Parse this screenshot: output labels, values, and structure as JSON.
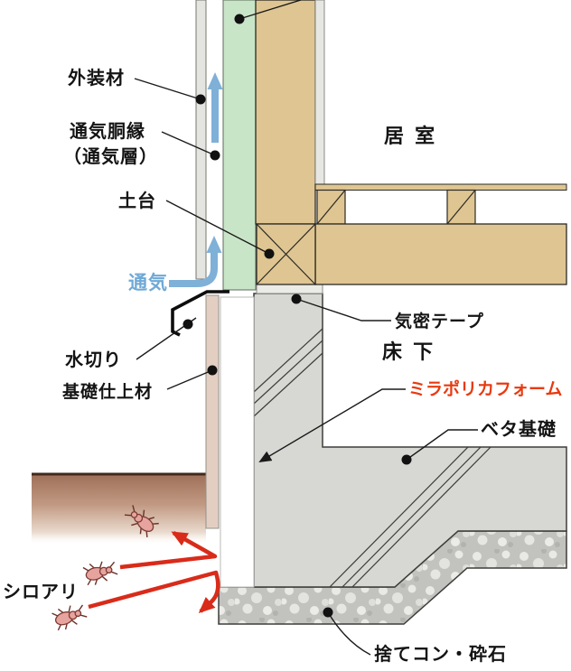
{
  "diagram": {
    "labels": {
      "exterior_material": "外装材",
      "vent_furring": "通気胴縁",
      "vent_layer": "（通気層）",
      "sill": "土台",
      "airflow": "通気",
      "flashing": "水切り",
      "foundation_finish": "基礎仕上材",
      "termites": "シロアリ",
      "living_room": "居 室",
      "airtight_tape": "気密テープ",
      "underfloor": "床 下",
      "foam_product": "ミラポリカフォーム",
      "slab_foundation": "ベタ基礎",
      "blinding_concrete": "捨てコン・砕石"
    },
    "colors": {
      "wood": "#dfc591",
      "green_panel": "#c9e5c8",
      "exterior_panel": "#e4e4e1",
      "inner_board": "#e6e6e3",
      "packing": "#ebebe7",
      "concrete": "#d7d7d4",
      "gravel_base": "#c2c2bf",
      "foam_white": "#ffffff",
      "foundation_finish_strip": "#e3cfc2",
      "soil_top": "#9e6f58",
      "arrow_blue": "#7fb0d8",
      "arrow_red": "#d92b1a",
      "foam_text_red": "#e83a10",
      "line_black": "#1a1a1a"
    }
  }
}
